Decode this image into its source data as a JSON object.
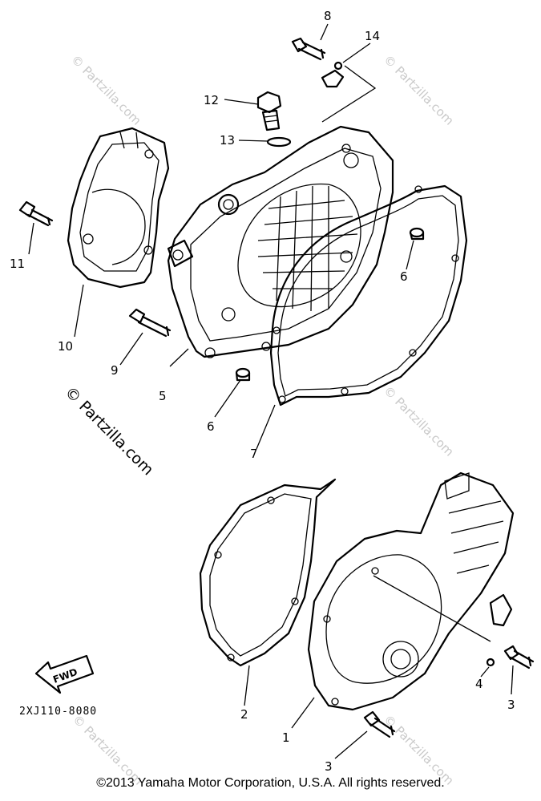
{
  "watermarks": [
    "© Partzilla.com",
    "© Partzilla.com",
    "© Partzilla.com",
    "© Partzilla.com",
    "© Partzilla.com",
    "© Partzilla.com"
  ],
  "callouts": {
    "n1": "1",
    "n2": "2",
    "n3a": "3",
    "n3b": "3",
    "n4": "4",
    "n5": "5",
    "n6a": "6",
    "n6b": "6",
    "n7": "7",
    "n8": "8",
    "n9": "9",
    "n10": "10",
    "n11": "11",
    "n12": "12",
    "n13": "13",
    "n14": "14"
  },
  "fwd_label": "FWD",
  "drawing_code": "2XJ110-8080",
  "copyright": "©2013 Yamaha Motor Corporation, U.S.A. All rights reserved."
}
